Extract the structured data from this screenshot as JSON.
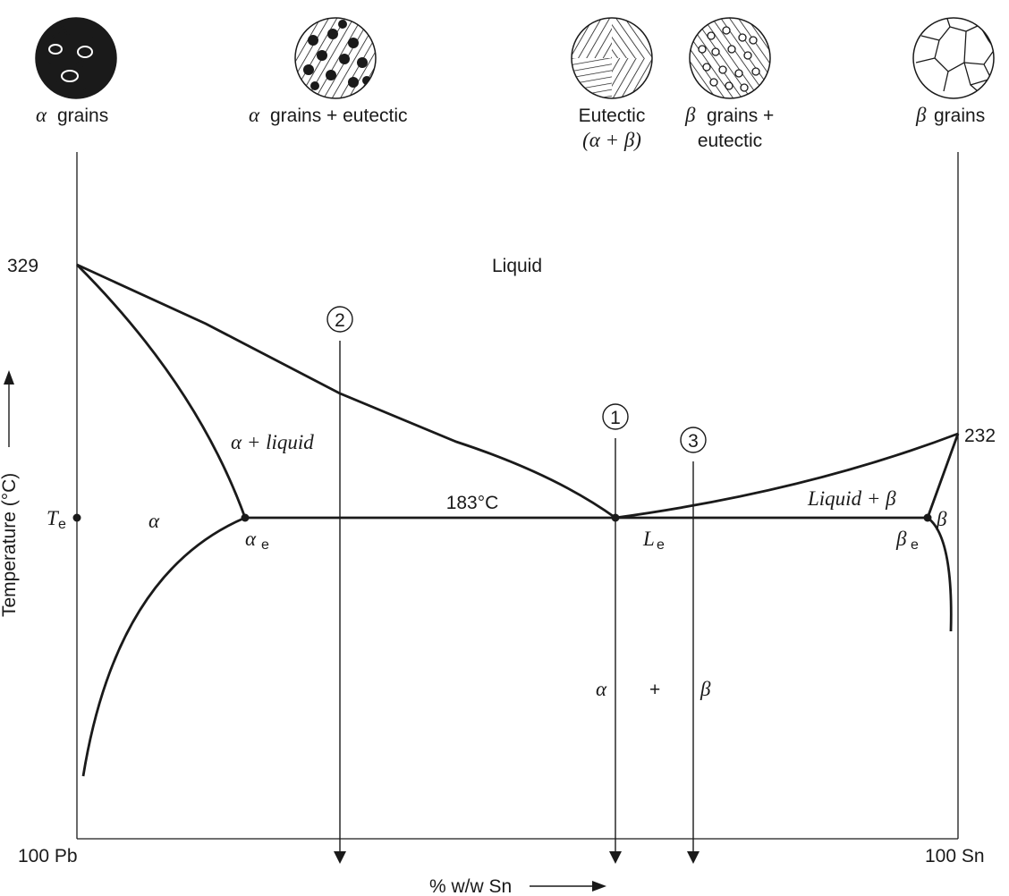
{
  "micrographs": {
    "alpha": {
      "label": "grains",
      "symbol": "α"
    },
    "alpha_eutectic": {
      "label": "grains + eutectic",
      "symbol": "α"
    },
    "eutectic": {
      "line1": "Eutectic",
      "line2": "(α + β)"
    },
    "beta_eutectic": {
      "line1_label": "grains +",
      "line1_symbol": "β",
      "line2": "eutectic"
    },
    "beta": {
      "label": "grains",
      "symbol": "β"
    }
  },
  "axes": {
    "y_label": "Temperature (°C)",
    "x_label": "% w/w Sn",
    "left_end": "100 Pb",
    "right_end": "100 Sn",
    "pb_melting": "329",
    "sn_melting": "232",
    "te_symbol": "T",
    "te_sub": "e"
  },
  "regions": {
    "liquid": "Liquid",
    "alpha_liquid": "α + liquid",
    "liquid_beta": "Liquid + β",
    "alpha": "α",
    "beta": "β",
    "alpha_beta_a": "α",
    "alpha_beta_plus": "+",
    "alpha_beta_b": "β"
  },
  "eutectic": {
    "temperature": "183°C",
    "alpha_e_symbol": "α",
    "alpha_e_sub": "e",
    "L_e_symbol": "L",
    "L_e_sub": "e",
    "beta_e_symbol": "β",
    "beta_e_sub": "e"
  },
  "cooling_paths": [
    "1",
    "2",
    "3"
  ],
  "colors": {
    "ink": "#1a1a1a",
    "background": "#ffffff"
  }
}
